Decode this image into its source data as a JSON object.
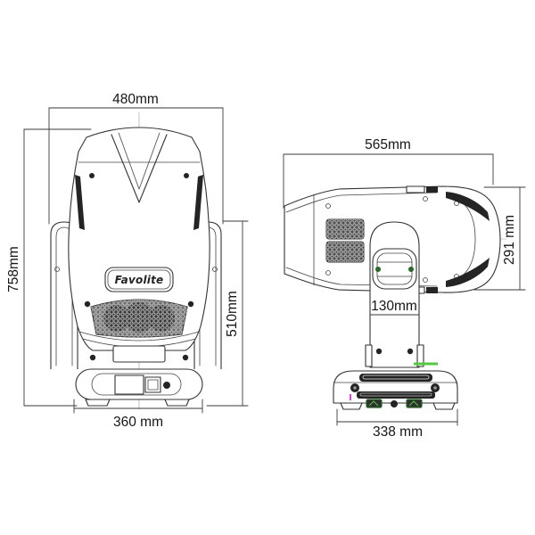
{
  "brand_label": "Favolite",
  "views": {
    "front": {
      "overall_width": "480mm",
      "overall_height": "758mm",
      "body_height": "510mm",
      "base_width": "360 mm"
    },
    "side": {
      "overall_depth": "565mm",
      "head_height": "291 mm",
      "yoke_arm_width": "130mm",
      "base_depth": "338 mm"
    }
  },
  "colors": {
    "line": "#333333",
    "accent_green_dark": "#246b24",
    "accent_green_bright": "#55c93c",
    "accent_magenta": "#d24ad2"
  }
}
